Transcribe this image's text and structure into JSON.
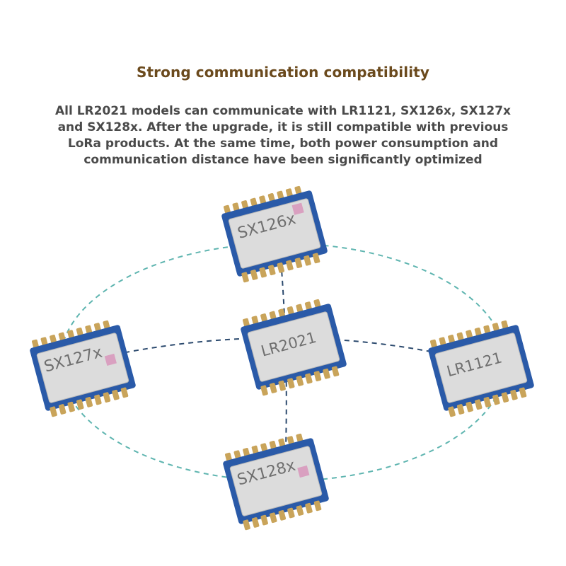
{
  "title": "Strong communication compatibility",
  "description": [
    "All LR2021 models can communicate with LR1121, SX126x, SX127x",
    "and SX128x. After the upgrade, it is still compatible with previous",
    "LoRa products. At the same time, both power consumption and",
    "communication distance have been significantly optimized"
  ],
  "modules": {
    "center": "LR2021",
    "top": "SX126x",
    "left": "SX127x",
    "right": "LR1121",
    "bottom": "SX128x"
  },
  "colors": {
    "title": "#6b4a1d",
    "text": "#4a4a4a",
    "ring_dash": "#5fb5b0",
    "cross_dash": "#2c4a6e",
    "pcb": "#2a5aa8",
    "shield": "#dcdcdc",
    "pads": "#c9a45a"
  }
}
